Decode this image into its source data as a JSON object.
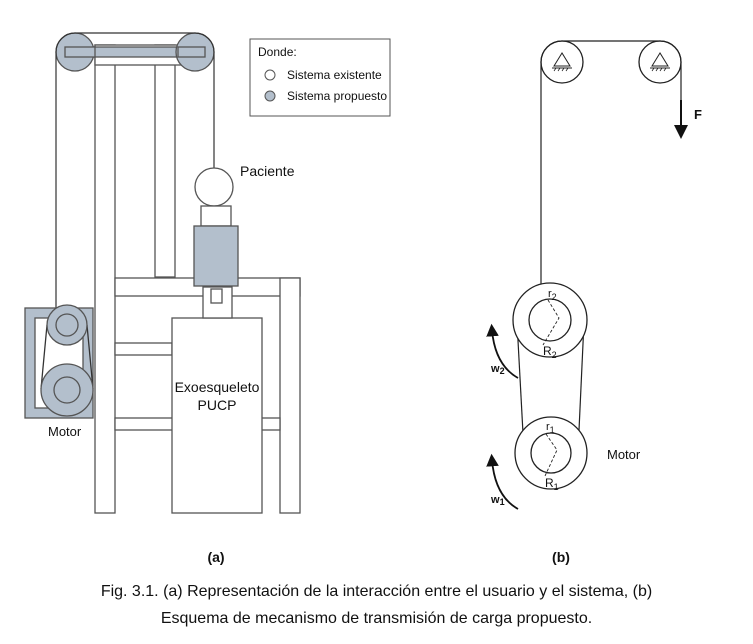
{
  "legend": {
    "title": "Donde:",
    "items": [
      {
        "label": "Sistema existente",
        "color": "#ffffff"
      },
      {
        "label": "Sistema propuesto",
        "color": "#b3bfcc"
      }
    ]
  },
  "panel_a": {
    "tag": "(a)",
    "labels": {
      "paciente": "Paciente",
      "exo_line1": "Exoesqueleto",
      "exo_line2": "PUCP",
      "motor": "Motor"
    }
  },
  "panel_b": {
    "tag": "(b)",
    "force": "F",
    "top_pulley": {
      "r": "r",
      "r_sub": "2",
      "R": "R",
      "R_sub": "2"
    },
    "bottom_pulley": {
      "r": "r",
      "r_sub": "1",
      "R": "R",
      "R_sub": "1"
    },
    "w2": {
      "base": "w",
      "sub": "2"
    },
    "w1": {
      "base": "w",
      "sub": "1"
    },
    "motor": "Motor"
  },
  "caption": {
    "line1": "Fig. 3.1. (a) Representación de la interacción entre el usuario y el sistema, (b)",
    "line2": "Esquema de mecanismo de transmisión de carga propuesto."
  },
  "colors": {
    "proposed": "#b3bfcc",
    "stroke": "#333333",
    "existing": "#ffffff"
  }
}
